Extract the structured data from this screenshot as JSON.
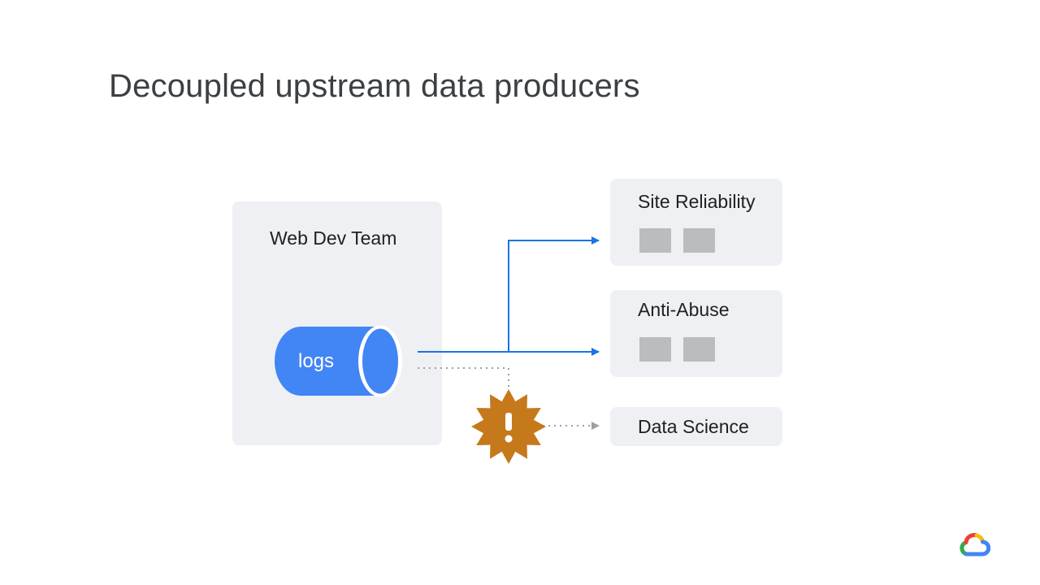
{
  "slide": {
    "title": "Decoupled upstream data producers"
  },
  "producer": {
    "label": "Web Dev Team",
    "source_label": "logs"
  },
  "consumers": [
    {
      "label": "Site Reliability",
      "status": "connected"
    },
    {
      "label": "Anti-Abuse",
      "status": "connected"
    },
    {
      "label": "Data Science",
      "status": "disconnected"
    }
  ],
  "colors": {
    "accent_blue": "#4285f4",
    "arrow_blue": "#1a73e8",
    "warning_orange": "#c5791b",
    "box_gray": "#eef0f3",
    "chip_gray": "#babcbf",
    "dotted_gray": "#9aa0a6"
  },
  "icons": {
    "warning": "warning-burst-icon",
    "logo": "google-cloud-logo"
  }
}
